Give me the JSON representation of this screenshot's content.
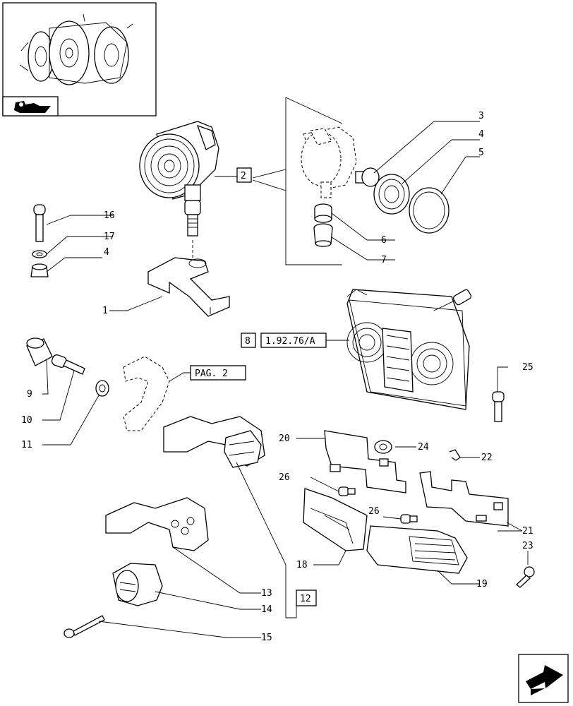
{
  "callouts": {
    "c1": "1",
    "c2": "2",
    "c3": "3",
    "c4a": "4",
    "c4b": "4",
    "c5": "5",
    "c6": "6",
    "c7": "7",
    "c9": "9",
    "c10": "10",
    "c11": "11",
    "c13": "13",
    "c14": "14",
    "c15": "15",
    "c16": "16",
    "c17": "17",
    "c18": "18",
    "c19": "19",
    "c20": "20",
    "c21": "21",
    "c22": "22",
    "c23": "23",
    "c24": "24",
    "c25": "25",
    "c26a": "26",
    "c26b": "26"
  },
  "refs": {
    "box2": "2",
    "box8": "8",
    "box_ref": "1.92.76/A",
    "box_pag": "PAG. 2",
    "box12": "12"
  },
  "icons": {
    "thumbnail": "tractor-thumbnail-icon",
    "category": "tractor-category-icon",
    "next": "next-page-arrow-icon"
  }
}
